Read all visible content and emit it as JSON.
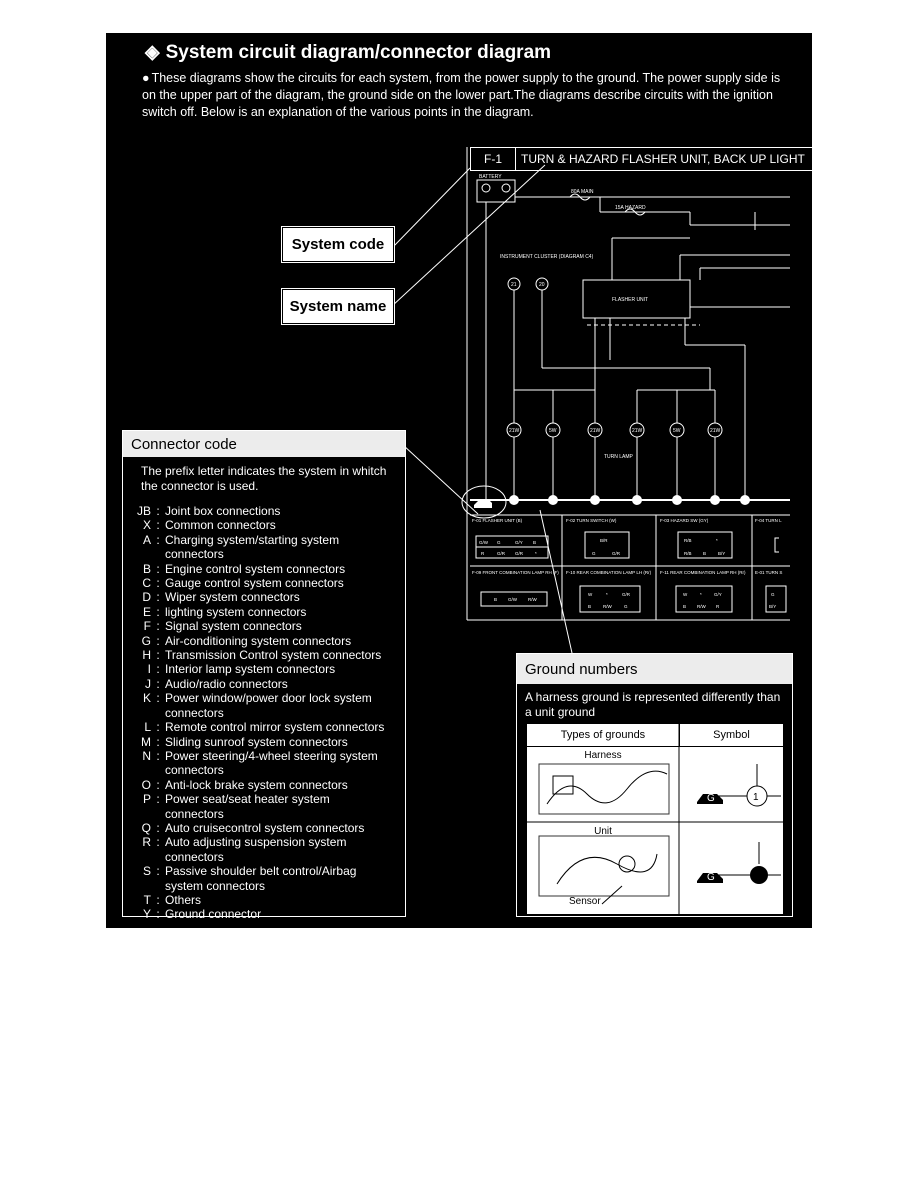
{
  "title": "System circuit diagram/connector diagram",
  "intro": "These diagrams show the circuits for each system, from the power supply to the ground. The power supply side is on the upper part of the diagram, the ground side on the lower part.The diagrams describe circuits with the ignition switch off. Below is an explanation of the various points in the diagram.",
  "callouts": {
    "system_code": "System code",
    "system_name": "System name"
  },
  "circuit_header": {
    "code": "F-1",
    "name": "TURN & HAZARD FLASHER UNIT, BACK UP LIGHT"
  },
  "circuit_labels": {
    "battery": "BATTERY",
    "main_fuse": "80A MAIN",
    "hazard_fuse": "15A HAZARD",
    "instrument_cluster": "INSTRUMENT CLUSTER (DIAGRAM C4)",
    "flasher_unit": "FLASHER UNIT",
    "turn_lamp": "TURN LAMP",
    "pin_21": "21",
    "pin_20": "20",
    "lamp_wattage": [
      "21W",
      "5W",
      "21W",
      "21W",
      "5W",
      "21W"
    ]
  },
  "connector_panels": [
    {
      "name": "F-01 FLASHER UNIT (B)",
      "pins": [
        "G/W",
        "G",
        "G/Y",
        "B",
        "R",
        "G/R",
        "G/R",
        "*"
      ]
    },
    {
      "name": "F-02 TURN SWITCH (W)",
      "pins": [
        "B/R",
        "G",
        "G/R"
      ]
    },
    {
      "name": "F-03 HAZARD SW (GY)",
      "pins": [
        "R/B",
        "*",
        "R/B",
        "B",
        "B/Y"
      ]
    },
    {
      "name": "F-04 TURN L",
      "pins": []
    },
    {
      "name": "F-09 FRONT COMBINATION LAMP RH (F)",
      "pins": [
        "B",
        "G/W",
        "R/W"
      ]
    },
    {
      "name": "F-10 REAR COMBINATION LAMP LH (Rr)",
      "pins": [
        "W",
        "*",
        "G/R",
        "B",
        "R/W",
        "G"
      ]
    },
    {
      "name": "F-11 REAR COMBINATION LAMP RH (Rr)",
      "pins": [
        "W",
        "*",
        "G/Y",
        "B",
        "R/W",
        "R"
      ]
    },
    {
      "name": "E-01 TURN S",
      "pins": [
        "G",
        "B/Y"
      ]
    }
  ],
  "connector_code": {
    "heading": "Connector code",
    "description": "The prefix letter indicates the system in whitch the connector is used.",
    "items": [
      {
        "key": "JB",
        "label": "Joint box connections"
      },
      {
        "key": "X",
        "label": "Common connectors"
      },
      {
        "key": "A",
        "label": "Charging system/starting system connectors"
      },
      {
        "key": "B",
        "label": "Engine control system connectors"
      },
      {
        "key": "C",
        "label": "Gauge control system connectors"
      },
      {
        "key": "D",
        "label": "Wiper system connectors"
      },
      {
        "key": "E",
        "label": "lighting system connectors"
      },
      {
        "key": "F",
        "label": "Signal system connectors"
      },
      {
        "key": "G",
        "label": "Air-conditioning system connectors"
      },
      {
        "key": "H",
        "label": "Transmission Control system connectors"
      },
      {
        "key": "I",
        "label": "Interior lamp system connectors"
      },
      {
        "key": "J",
        "label": "Audio/radio connectors"
      },
      {
        "key": "K",
        "label": "Power window/power door lock system connectors"
      },
      {
        "key": "L",
        "label": "Remote control mirror system connectors"
      },
      {
        "key": "M",
        "label": "Sliding sunroof system connectors"
      },
      {
        "key": "N",
        "label": "Power steering/4-wheel steering system connectors"
      },
      {
        "key": "O",
        "label": "Anti-lock brake system connectors"
      },
      {
        "key": "P",
        "label": "Power seat/seat heater system connectors"
      },
      {
        "key": "Q",
        "label": "Auto cruisecontrol system connectors"
      },
      {
        "key": "R",
        "label": "Auto adjusting suspension system connectors"
      },
      {
        "key": "S",
        "label": "Passive shoulder belt control/Airbag system connectors"
      },
      {
        "key": "T",
        "label": "Others"
      },
      {
        "key": "Y",
        "label": "Ground connector"
      }
    ]
  },
  "ground_numbers": {
    "heading": "Ground numbers",
    "description": "A harness ground is represented differently than a unit ground",
    "col_types": "Types of grounds",
    "col_symbol": "Symbol",
    "row_harness": "Harness",
    "row_unit": "Unit",
    "sensor_label": "Sensor",
    "ground_letter": "G",
    "harness_number": "1"
  },
  "colors": {
    "background": "#000000",
    "line": "#ffffff",
    "header_fill": "#ececec"
  }
}
